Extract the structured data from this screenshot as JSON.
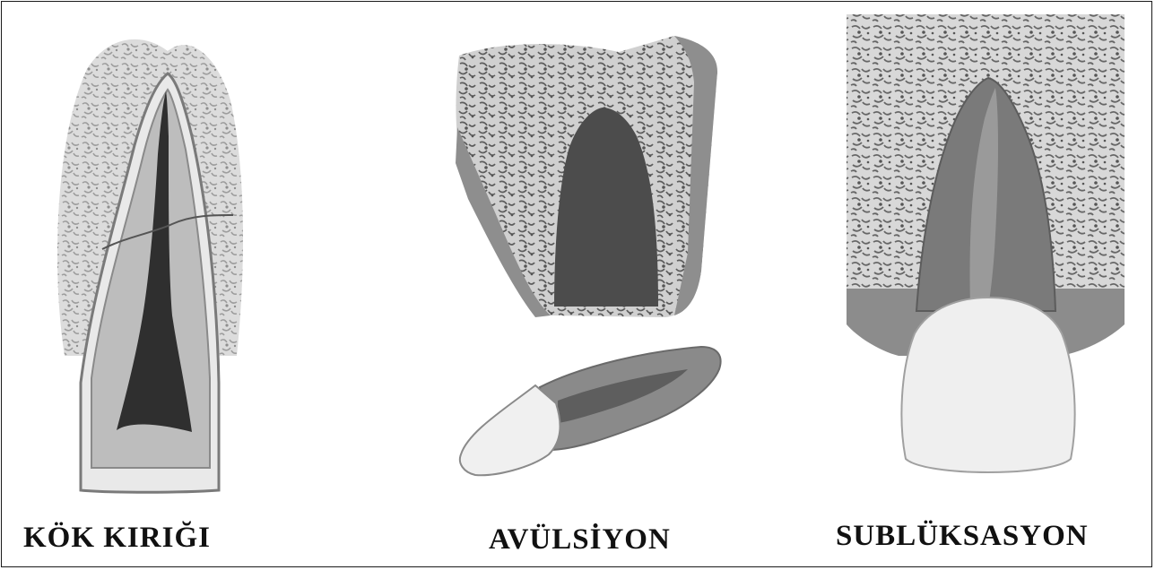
{
  "figure": {
    "panels": [
      {
        "label": "KÖK KIRIĞI"
      },
      {
        "label": "AVÜLSİYON"
      },
      {
        "label": "SUBLÜKSASYON"
      }
    ]
  },
  "colors": {
    "bone": "#cfcfcf",
    "bone_pore": "#8a8a8a",
    "root": "#9a9a9a",
    "root_dark": "#6e6e6e",
    "pulp": "#3a3a3a",
    "crown": "#ededed",
    "border": "#1a1a1a"
  }
}
